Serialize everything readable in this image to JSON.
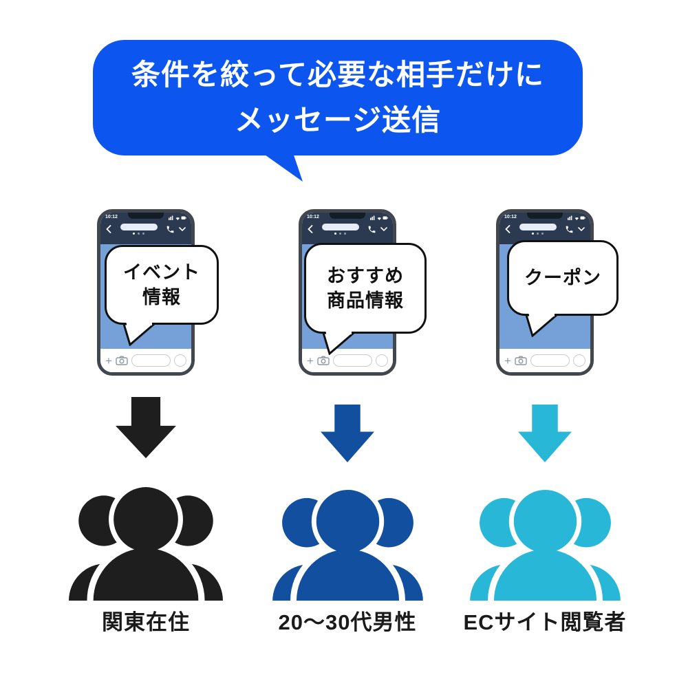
{
  "header_bubble": {
    "line1": "条件を絞って必要な相手だけに",
    "line2": "メッセージ送信",
    "bg_color": "#0d55ef",
    "text_color": "#ffffff"
  },
  "phone": {
    "status_time": "10:12",
    "frame_color": "#42474e",
    "header_color": "#2b3a50",
    "chat_color": "#76a0d8",
    "icons": {
      "status": [
        "signal-icon",
        "wifi-icon",
        "battery-icon"
      ],
      "nav": [
        "back-chevron-icon",
        "contact-name-pill",
        "page-dots",
        "call-icon",
        "chevron-down-icon"
      ],
      "message_bar": [
        "plus-icon",
        "camera-icon",
        "text-input-pill",
        "mic-circle-icon"
      ]
    }
  },
  "columns": [
    {
      "bubble_line1": "イベント",
      "bubble_line2": "情報",
      "label": "関東在住",
      "color": "#1e1e1e"
    },
    {
      "bubble_line1": "おすすめ",
      "bubble_line2": "商品情報",
      "label": "20〜30代男性",
      "color": "#124f9e"
    },
    {
      "bubble_line1": "クーポン",
      "bubble_line2": "",
      "label": "ECサイト閲覧者",
      "color": "#28b7d6"
    }
  ]
}
